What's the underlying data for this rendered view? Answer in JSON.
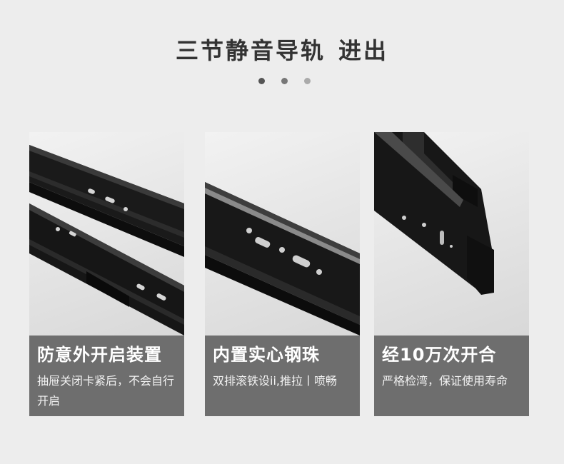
{
  "header": {
    "title_main": "三节静音导轨",
    "title_sub": "进出"
  },
  "carousel": {
    "dot_colors": [
      "#555555",
      "#777777",
      "#aaaaaa"
    ]
  },
  "features": [
    {
      "title": "防意外开启装置",
      "desc": "抽屉关闭卡紧后，不会自行开启"
    },
    {
      "title": "内置实心钢珠",
      "desc": "双排滚铁设ii,推拉丨喷畅"
    },
    {
      "title": "经10万次开合",
      "desc": "严格检湾，保证使用寿命"
    }
  ],
  "colors": {
    "background": "#ededed",
    "caption_bg": "#6e6e6e",
    "rail_black": "#141414",
    "title_text": "#333333"
  }
}
